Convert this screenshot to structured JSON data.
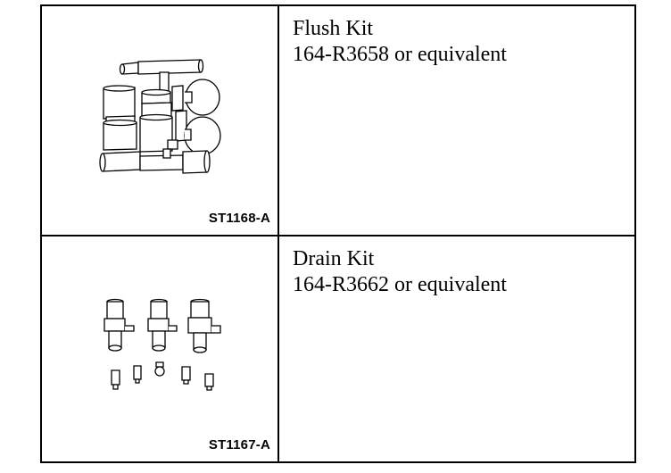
{
  "rows": [
    {
      "kit_name": "Flush Kit",
      "part_number": "164-R3658 or equivalent",
      "figure_code": "ST1168-A",
      "illustration_icon": "flush-kit-fittings-icon"
    },
    {
      "kit_name": "Drain Kit",
      "part_number": "164-R3662 or equivalent",
      "figure_code": "ST1167-A",
      "illustration_icon": "drain-kit-fittings-icon"
    }
  ]
}
